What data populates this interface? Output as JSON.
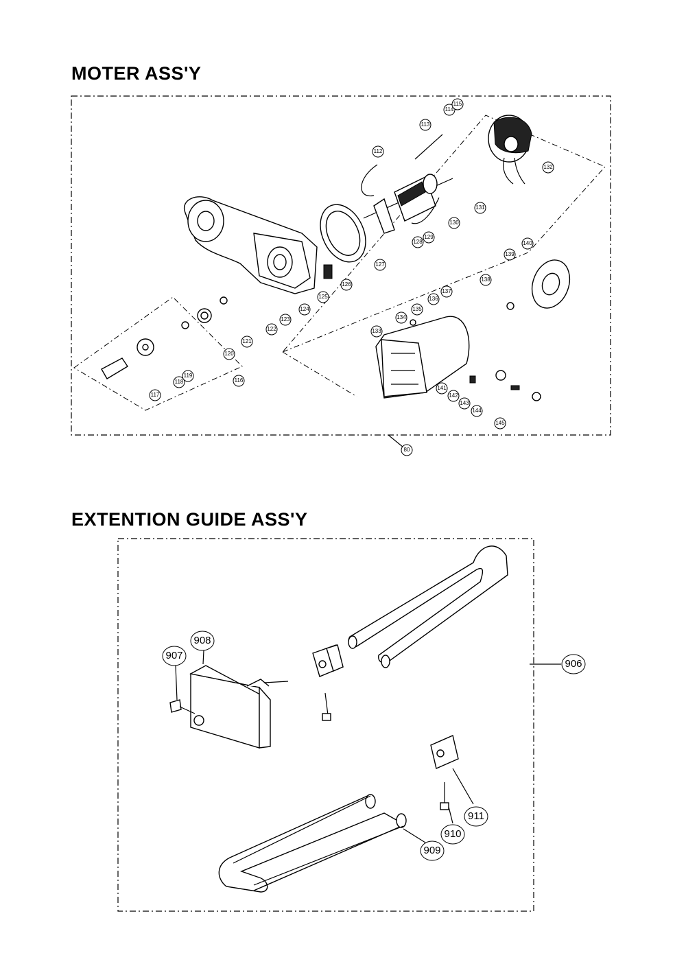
{
  "sections": [
    {
      "title": "MOTER  ASS'Y",
      "labels": [
        "112",
        "113",
        "114",
        "115",
        "116",
        "117",
        "118",
        "119",
        "120",
        "121",
        "122",
        "123",
        "124",
        "125",
        "126",
        "127",
        "128",
        "129",
        "130",
        "131",
        "132",
        "133",
        "134",
        "135",
        "136",
        "137",
        "138",
        "139",
        "140",
        "141",
        "142",
        "143",
        "144",
        "145",
        "80"
      ]
    },
    {
      "title": "EXTENTION  GUIDE  ASS'Y",
      "labels": [
        "906",
        "907",
        "908",
        "909",
        "910",
        "911"
      ]
    }
  ]
}
